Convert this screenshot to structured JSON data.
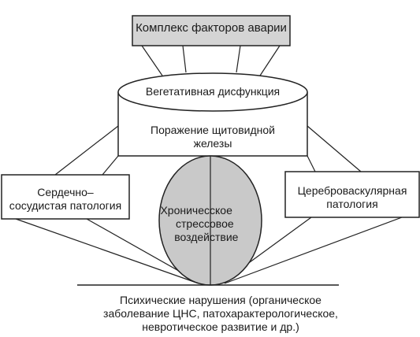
{
  "diagram": {
    "top_box": "Комплекс факторов аварии",
    "cylinder_top": "Вегетативная дисфункция",
    "cylinder_body": [
      "Поражение щитовидной",
      "железы"
    ],
    "left_box": [
      "Сердечно–",
      "сосудистая патология"
    ],
    "right_box": [
      "Цереброваскулярная",
      "патология"
    ],
    "ellipse_left": [
      "Хроничес",
      "стресс",
      "воздей"
    ],
    "ellipse_right": [
      "ское",
      "овое",
      "ствие"
    ],
    "bottom_text": [
      "Психические нарушения (органическое",
      "заболевание ЦНС, патохарактерологическое,",
      "невротическое развитие и др.)"
    ]
  },
  "colors": {
    "ellipse_fill": "#c9c9c9",
    "top_box_fill": "#d4d4d4",
    "stroke": "#222222"
  }
}
